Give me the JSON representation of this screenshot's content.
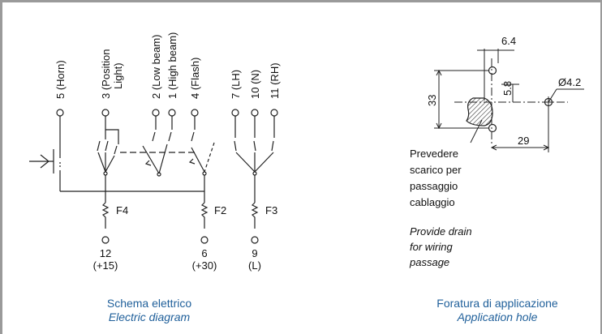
{
  "electric": {
    "terminals_top": [
      {
        "num": "5 (Horn)"
      },
      {
        "num": "3 (Position",
        "num2": "Light)"
      },
      {
        "num": "2 (Low beam)"
      },
      {
        "num": "1 (High beam)"
      },
      {
        "num": "4 (Flash)"
      },
      {
        "num": "7 (LH)"
      },
      {
        "num": "10 (N)"
      },
      {
        "num": "11 (RH)"
      }
    ],
    "fuses": [
      "F4",
      "F2",
      "F3"
    ],
    "bottom_terminals": [
      {
        "num": "12",
        "sub": "(+15)"
      },
      {
        "num": "6",
        "sub": "(+30)"
      },
      {
        "num": "9",
        "sub": "(L)"
      }
    ],
    "caption_it": "Schema elettrico",
    "caption_en": "Electric diagram"
  },
  "hole": {
    "dim_width": "6.4",
    "dim_height": "33",
    "dim_offset": "5.8",
    "dim_diameter": "Ø4.2",
    "dim_distance": "29",
    "note_it": [
      "Prevedere",
      "scarico per",
      "passaggio",
      "cablaggio"
    ],
    "note_en": [
      "Provide drain",
      "for wiring",
      "passage"
    ],
    "caption_it": "Foratura di applicazione",
    "caption_en": "Application hole"
  }
}
